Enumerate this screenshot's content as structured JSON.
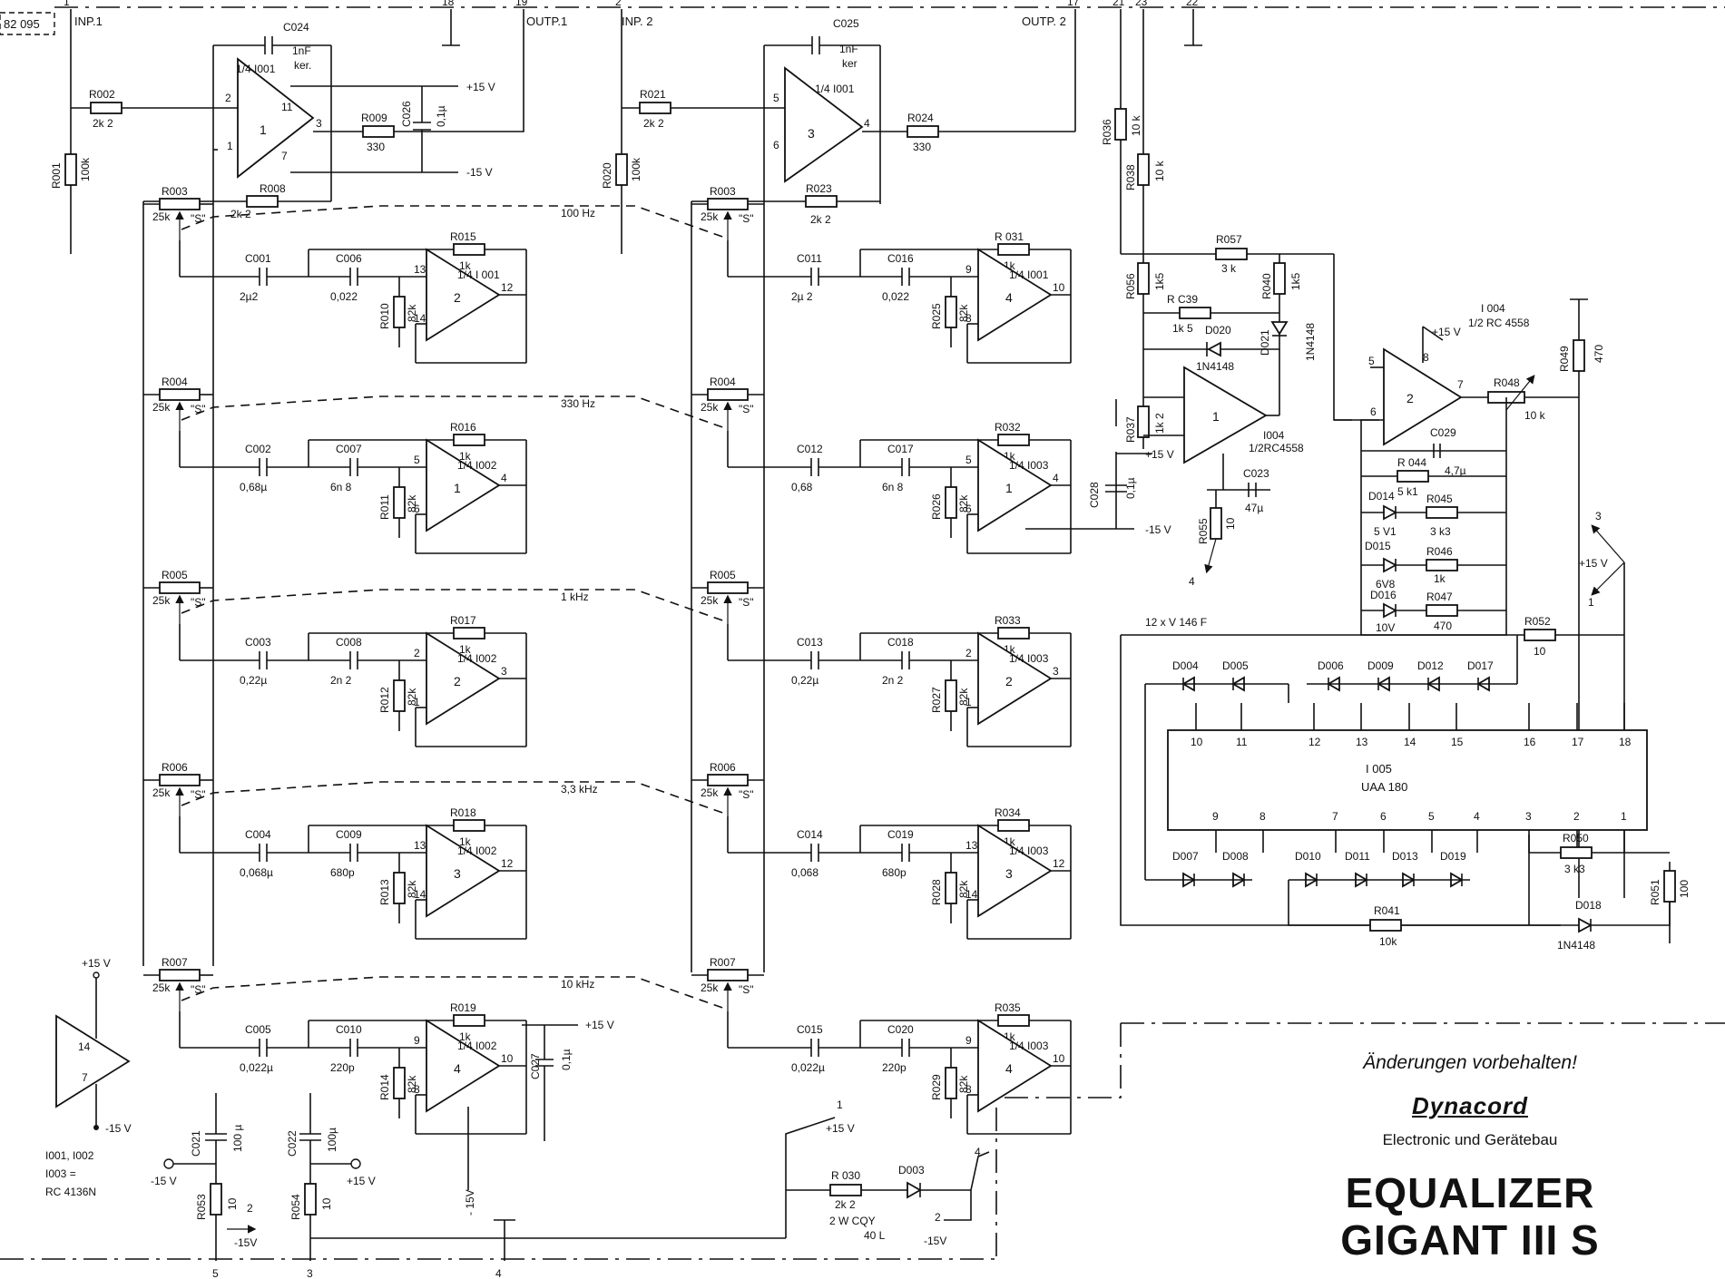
{
  "doc_ref": "82 095",
  "pins": {
    "inp1": "INP.1",
    "inp2": "INP. 2",
    "outp1": "OUTP.1",
    "outp2": "OUTP. 2",
    "p1": "1",
    "p2": "2",
    "p17": "17",
    "p18": "18",
    "p19": "19",
    "p21": "21",
    "p22": "22",
    "p23": "23",
    "p3": "3",
    "p4": "4",
    "p5": "5"
  },
  "input_stage_1": {
    "r001": "R001",
    "r001_v": "100k",
    "r002": "R002",
    "r002_v": "2k 2",
    "c024": "C024",
    "c024_v": "1nF",
    "c024_t": "ker.",
    "ic": "1/4 I001",
    "ic_num": "1",
    "r009": "R009",
    "r009_v": "330",
    "c026": "C026",
    "c026_v": "0,1µ",
    "plus15": "+15 V",
    "minus15": "-15 V",
    "r008": "R008",
    "r008_v": "2k 2",
    "pin2": "2",
    "pin1": "1",
    "pin3": "3",
    "pin11": "11",
    "pin7": "7"
  },
  "input_stage_2": {
    "r020": "R020",
    "r020_v": "100k",
    "r021": "R021",
    "r021_v": "2k 2",
    "c025": "C025",
    "c025_v": "1nF",
    "c025_t": "ker",
    "ic": "1/4 I001",
    "ic_num": "3",
    "r024": "R024",
    "r024_v": "330",
    "r023": "R023",
    "r023_v": "2k 2",
    "pin5": "5",
    "pin6": "6",
    "pin4": "4"
  },
  "bands": [
    {
      "freq": "100 Hz",
      "pot_l": "R003",
      "pot_r": "R003",
      "pot_v": "25k",
      "pot_s": "\"S\"",
      "cl1": "C001",
      "cl1_v": "2µ2",
      "cl2": "C006",
      "cl2_v": "0,022",
      "rl": "R015",
      "rl_v": "1k",
      "rgl": "R010",
      "rgl_v": "82k",
      "icl": "1/4 I 001",
      "icl_n": "2",
      "pl_in": "13",
      "pl_fb": "14",
      "pl_out": "12",
      "cr1": "C011",
      "cr1_v": "2µ 2",
      "cr2": "C016",
      "cr2_v": "0,022",
      "rr": "R 031",
      "rr_v": "1k",
      "rgr": "R025",
      "rgr_v": "82k",
      "icr": "1/4 I001",
      "icr_n": "4",
      "pr_in": "9",
      "pr_fb": "8",
      "pr_out": "10"
    },
    {
      "freq": "330 Hz",
      "pot_l": "R004",
      "pot_r": "R004",
      "pot_v": "25k",
      "pot_s": "\"S\"",
      "cl1": "C002",
      "cl1_v": "0,68µ",
      "cl2": "C007",
      "cl2_v": "6n 8",
      "rl": "R016",
      "rl_v": "1k",
      "rgl": "R011",
      "rgl_v": "82k",
      "icl": "1/4 I002",
      "icl_n": "1",
      "pl_in": "5",
      "pl_fb": "6",
      "pl_out": "4",
      "cr1": "C012",
      "cr1_v": "0,68",
      "cr2": "C017",
      "cr2_v": "6n 8",
      "rr": "R032",
      "rr_v": "1k",
      "rgr": "R026",
      "rgr_v": "82k",
      "icr": "1/4 I003",
      "icr_n": "1",
      "pr_in": "5",
      "pr_fb": "6",
      "pr_out": "4"
    },
    {
      "freq": "1 kHz",
      "pot_l": "R005",
      "pot_r": "R005",
      "pot_v": "25k",
      "pot_s": "\"S\"",
      "cl1": "C003",
      "cl1_v": "0,22µ",
      "cl2": "C008",
      "cl2_v": "2n 2",
      "rl": "R017",
      "rl_v": "1k",
      "rgl": "R012",
      "rgl_v": "82k",
      "icl": "1/4 I002",
      "icl_n": "2",
      "pl_in": "2",
      "pl_fb": "1",
      "pl_out": "3",
      "cr1": "C013",
      "cr1_v": "0,22µ",
      "cr2": "C018",
      "cr2_v": "2n 2",
      "rr": "R033",
      "rr_v": "1k",
      "rgr": "R027",
      "rgr_v": "82k",
      "icr": "1/4 I003",
      "icr_n": "2",
      "pr_in": "2",
      "pr_fb": "1",
      "pr_out": "3"
    },
    {
      "freq": "3,3 kHz",
      "pot_l": "R006",
      "pot_r": "R006",
      "pot_v": "25k",
      "pot_s": "\"S\"",
      "cl1": "C004",
      "cl1_v": "0,068µ",
      "cl2": "C009",
      "cl2_v": "680p",
      "rl": "R018",
      "rl_v": "1k",
      "rgl": "R013",
      "rgl_v": "82k",
      "icl": "1/4 I002",
      "icl_n": "3",
      "pl_in": "13",
      "pl_fb": "14",
      "pl_out": "12",
      "cr1": "C014",
      "cr1_v": "0,068",
      "cr2": "C019",
      "cr2_v": "680p",
      "rr": "R034",
      "rr_v": "1k",
      "rgr": "R028",
      "rgr_v": "82k",
      "icr": "1/4 I003",
      "icr_n": "3",
      "pr_in": "13",
      "pr_fb": "14",
      "pr_out": "12"
    },
    {
      "freq": "10 kHz",
      "pot_l": "R007",
      "pot_r": "R007",
      "pot_v": "25k",
      "pot_s": "\"S\"",
      "cl1": "C005",
      "cl1_v": "0,022µ",
      "cl2": "C010",
      "cl2_v": "220p",
      "rl": "R019",
      "rl_v": "1k",
      "rgl": "R014",
      "rgl_v": "82k",
      "icl": "1/4 I002",
      "icl_n": "4",
      "pl_in": "9",
      "pl_fb": "8",
      "pl_out": "10",
      "cr1": "C015",
      "cr1_v": "0,022µ",
      "cr2": "C020",
      "cr2_v": "220p",
      "rr": "R035",
      "rr_v": "1k",
      "rgr": "R029",
      "rgr_v": "82k",
      "icr": "1/4 I003",
      "icr_n": "4",
      "pr_in": "9",
      "pr_fb": "8",
      "pr_out": "10"
    }
  ],
  "band_extras": {
    "c027": "C027",
    "c027_v": "0,1µ",
    "c028": "C028",
    "c028_v": "0,1µ",
    "p15": "+15 V",
    "m15": "-15 V",
    "p11": "11",
    "p7": "7"
  },
  "meter": {
    "r036": "R036",
    "r036_v": "10 k",
    "r038": "R038",
    "r038_v": "10 k",
    "r056": "R056",
    "r056_v": "1k5",
    "r057": "R057",
    "r057_v": "3 k",
    "r040": "R040",
    "r040_v": "1k5",
    "rc39": "R C39",
    "rc39_v": "1k 5",
    "d020": "D020",
    "d020_t": "1N4148",
    "d021": "D021",
    "d021_t": "1N4148",
    "r037": "R037",
    "r037_v": "1k 2",
    "ic_a": "I004",
    "ic_a_t": "1/2RC4558",
    "ic_a_n": "1",
    "c023": "C023",
    "c023_v": "47µ",
    "r055": "R055",
    "r055_v": "10",
    "ic_b": "I 004",
    "ic_b_t": "1/2 RC 4558",
    "ic_b_n": "2",
    "r048": "R048",
    "r048_v": "10 k",
    "r049": "R049",
    "r049_v": "470",
    "c029": "C029",
    "c029_v": "4,7µ",
    "r044": "R 044",
    "r044_v": "5 k1",
    "d014": "D014",
    "d014_v": "5 V1",
    "r045": "R045",
    "r045_v": "3 k3",
    "d015": "D015",
    "d015_v": "6V8",
    "r046": "R046",
    "r046_v": "1k",
    "d016": "D016",
    "d016_v": "10V",
    "r047": "R047",
    "r047_v": "470",
    "pin5": "5",
    "pin6": "6",
    "pin7": "7",
    "pin8": "8",
    "pin4": "4",
    "pin3": "3",
    "pin2": "2"
  },
  "led": {
    "leds": "12 x V 146 F",
    "r052": "R052",
    "r052_v": "10",
    "top_diodes": [
      "D004",
      "D005",
      "D006",
      "D009",
      "D012",
      "D017"
    ],
    "bot_diodes": [
      "D007",
      "D008",
      "D010",
      "D011",
      "D013",
      "D019"
    ],
    "ic": "I 005",
    "ic_t": "UAA 180",
    "top_pins": [
      "10",
      "11",
      "12",
      "13",
      "14",
      "15",
      "16",
      "17",
      "18"
    ],
    "bot_pins": [
      "9",
      "8",
      "7",
      "6",
      "5",
      "4",
      "3",
      "2",
      "1"
    ],
    "r050": "R050",
    "r050_v": "3 k3",
    "r051": "R051",
    "r051_v": "100",
    "r041": "R041",
    "r041_v": "10k",
    "d018": "D018",
    "d018_t": "1N4148",
    "plus15": "+15 V",
    "p3": "3",
    "p1": "1"
  },
  "power": {
    "ic_n1": "14",
    "ic_n2": "7",
    "plus15": "+15 V",
    "minus15": "-15 V",
    "note1": "I001, I002",
    "note2": "I003 =",
    "note3": "RC 4136N",
    "c021": "C021",
    "c021_v": "100 µ",
    "c022": "C022",
    "c022_v": "100µ",
    "r053": "R053",
    "r053_v": "10",
    "r054": "R054",
    "r054_v": "10",
    "m15a": "-15 V",
    "p15b": "+15 V",
    "p2": "2",
    "m15c": "- 15V",
    "m15d": "-15V"
  },
  "lamp": {
    "r030": "R 030",
    "r030_v": "2k 2",
    "r030_t": "2 W CQY",
    "r030_t2": "40 L",
    "d003": "D003",
    "p1": "1",
    "p15": "+15 V",
    "p4": "4",
    "p2": "2",
    "m15": "-15V"
  },
  "title_block": {
    "notice": "Änderungen vorbehalten!",
    "brand": "Dynacord",
    "company": "Electronic und Gerätebau",
    "product_1": "EQUALIZER",
    "product_2": "GIGANT III S"
  }
}
